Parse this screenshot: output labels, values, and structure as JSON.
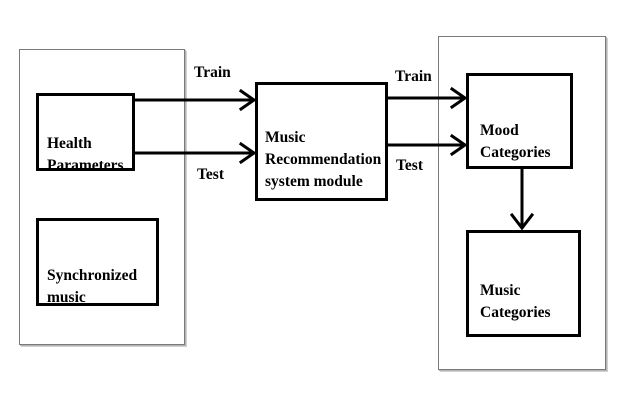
{
  "diagram": {
    "boxes": {
      "health": "Health\nParameters",
      "sync": "Synchronized\nmusic",
      "module": "Music\nRecommendation\nsystem module",
      "mood": "Mood\nCategories",
      "music_cat": "Music\nCategories"
    },
    "edges": {
      "train_left": "Train",
      "test_left": "Test",
      "train_right": "Train",
      "test_right": "Test"
    }
  }
}
